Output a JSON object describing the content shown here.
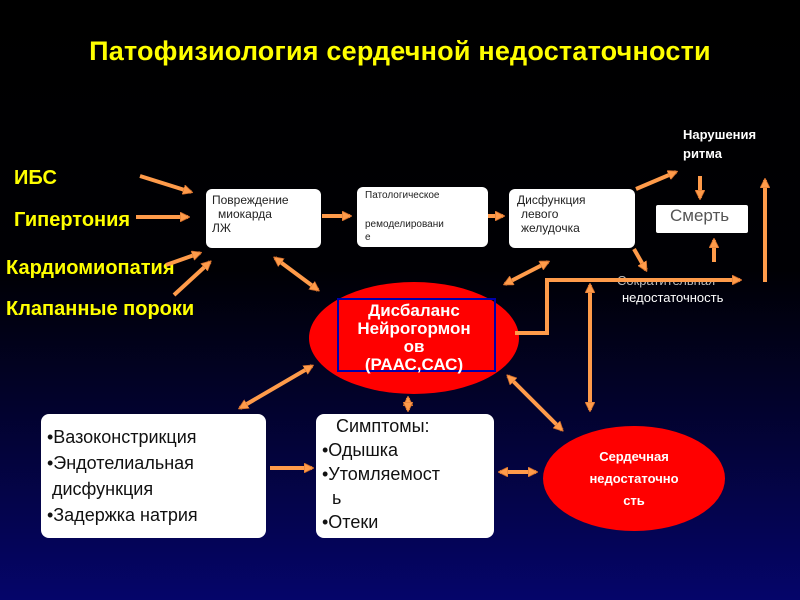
{
  "title": "Патофизиология сердечной недостаточности",
  "causes": [
    "ИБС",
    "Гипертония",
    "Кардиомиопатия",
    "Клапанные пороки"
  ],
  "boxes": {
    "damage": [
      "Повреждение",
      "миокарда",
      "ЛЖ"
    ],
    "remodeling": [
      "Патологическое",
      "ремоделировани",
      "е"
    ],
    "dysfunction": [
      "Дисфункция",
      "левого",
      "желудочка"
    ],
    "death": "Смерть"
  },
  "labels": {
    "arrhythmia": [
      "Нарушения",
      "ритма"
    ],
    "contractile": [
      "Сократительная",
      "недостаточность"
    ]
  },
  "imbalance": [
    "Дисбаланс",
    "Нейрогормон",
    "ов",
    "(РААС,САС)"
  ],
  "vaso_list": [
    "•Вазоконстрикция",
    "•Эндотелиальная",
    " дисфункция",
    "•Задержка натрия"
  ],
  "symptoms": [
    "Симптомы:",
    "•Одышка",
    "•Утомляемост",
    "ь",
    "•Отеки"
  ],
  "heart_failure": [
    "Сердечная",
    "недостаточно",
    "сть"
  ],
  "colors": {
    "title": "#ffff00",
    "arrow": "#ff9b4a",
    "ellipse": "#ff0000",
    "ellipse_border": "#0000aa"
  }
}
